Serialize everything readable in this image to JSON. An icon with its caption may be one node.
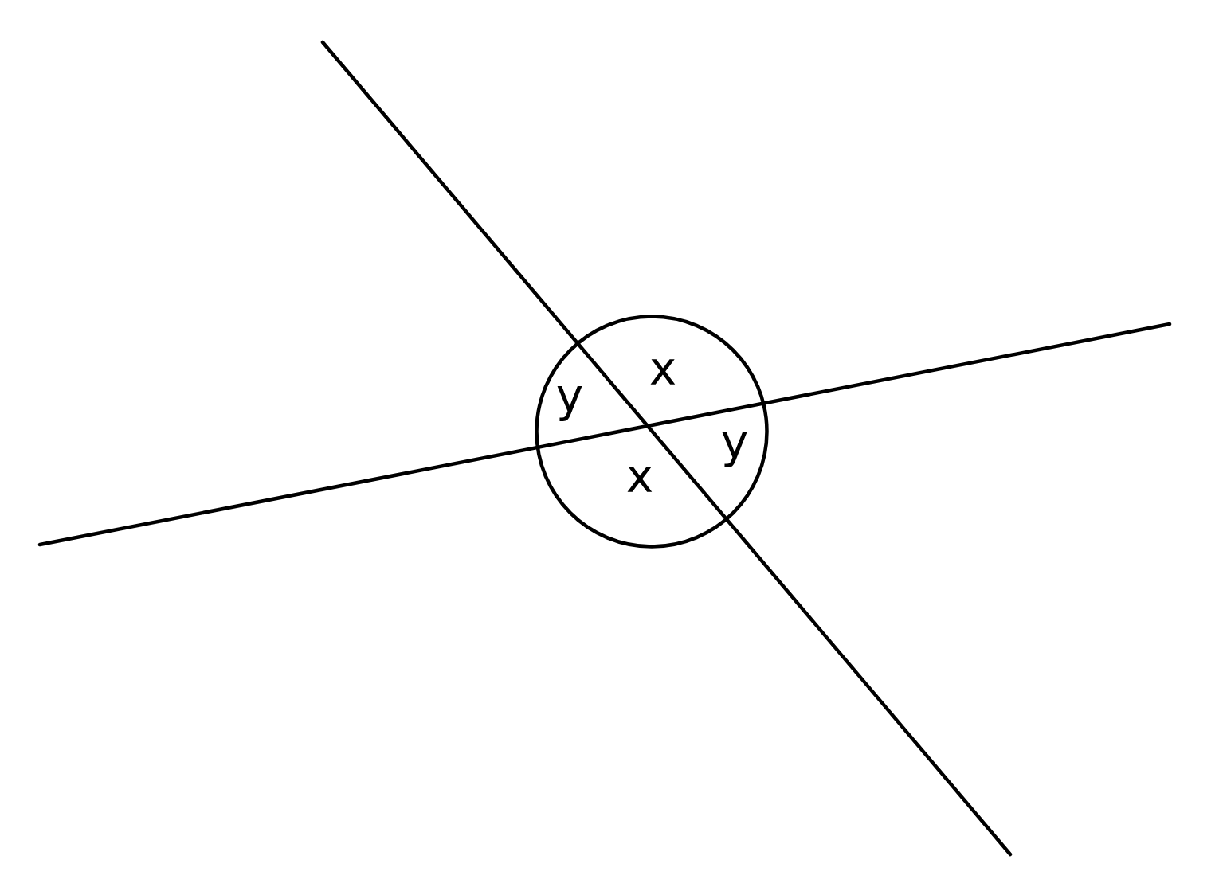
{
  "diagram": {
    "labels": [
      "x",
      "y",
      "y",
      "x"
    ]
  }
}
